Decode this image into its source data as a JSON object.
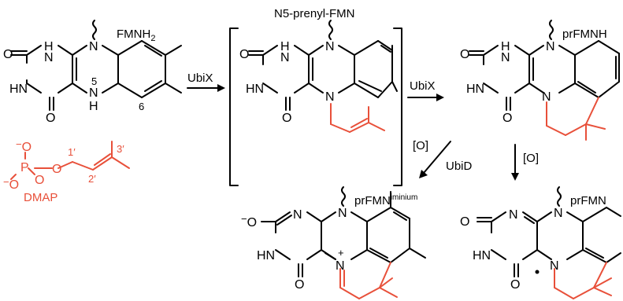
{
  "colors": {
    "ink": "#000000",
    "accent": "#e8503a"
  },
  "compounds": {
    "fmnh2": {
      "name": "FMNH",
      "subscript": "2",
      "position_5": "5",
      "position_6": "6"
    },
    "n5_prenyl": {
      "name": "N5-prenyl-FMN"
    },
    "prfmnh": {
      "name": "prFMNH"
    },
    "prfmn_iminium": {
      "name": "prFMN",
      "superscript": "iminium"
    },
    "prfmn": {
      "name": "prFMN"
    },
    "dmap": {
      "name": "DMAP",
      "pos_1": "1′",
      "pos_2": "2′",
      "pos_3": "3′"
    }
  },
  "atoms": {
    "N": "N",
    "NH": "NH",
    "HN": "HN",
    "H": "H",
    "O": "O",
    "P": "P",
    "neg": "−",
    "pos": "+"
  },
  "arrows": {
    "step1": "UbiX",
    "step2": "UbiX",
    "oxidant": "[O]",
    "step3_oxidant": "[O]",
    "step3_enzyme": "UbiD"
  }
}
